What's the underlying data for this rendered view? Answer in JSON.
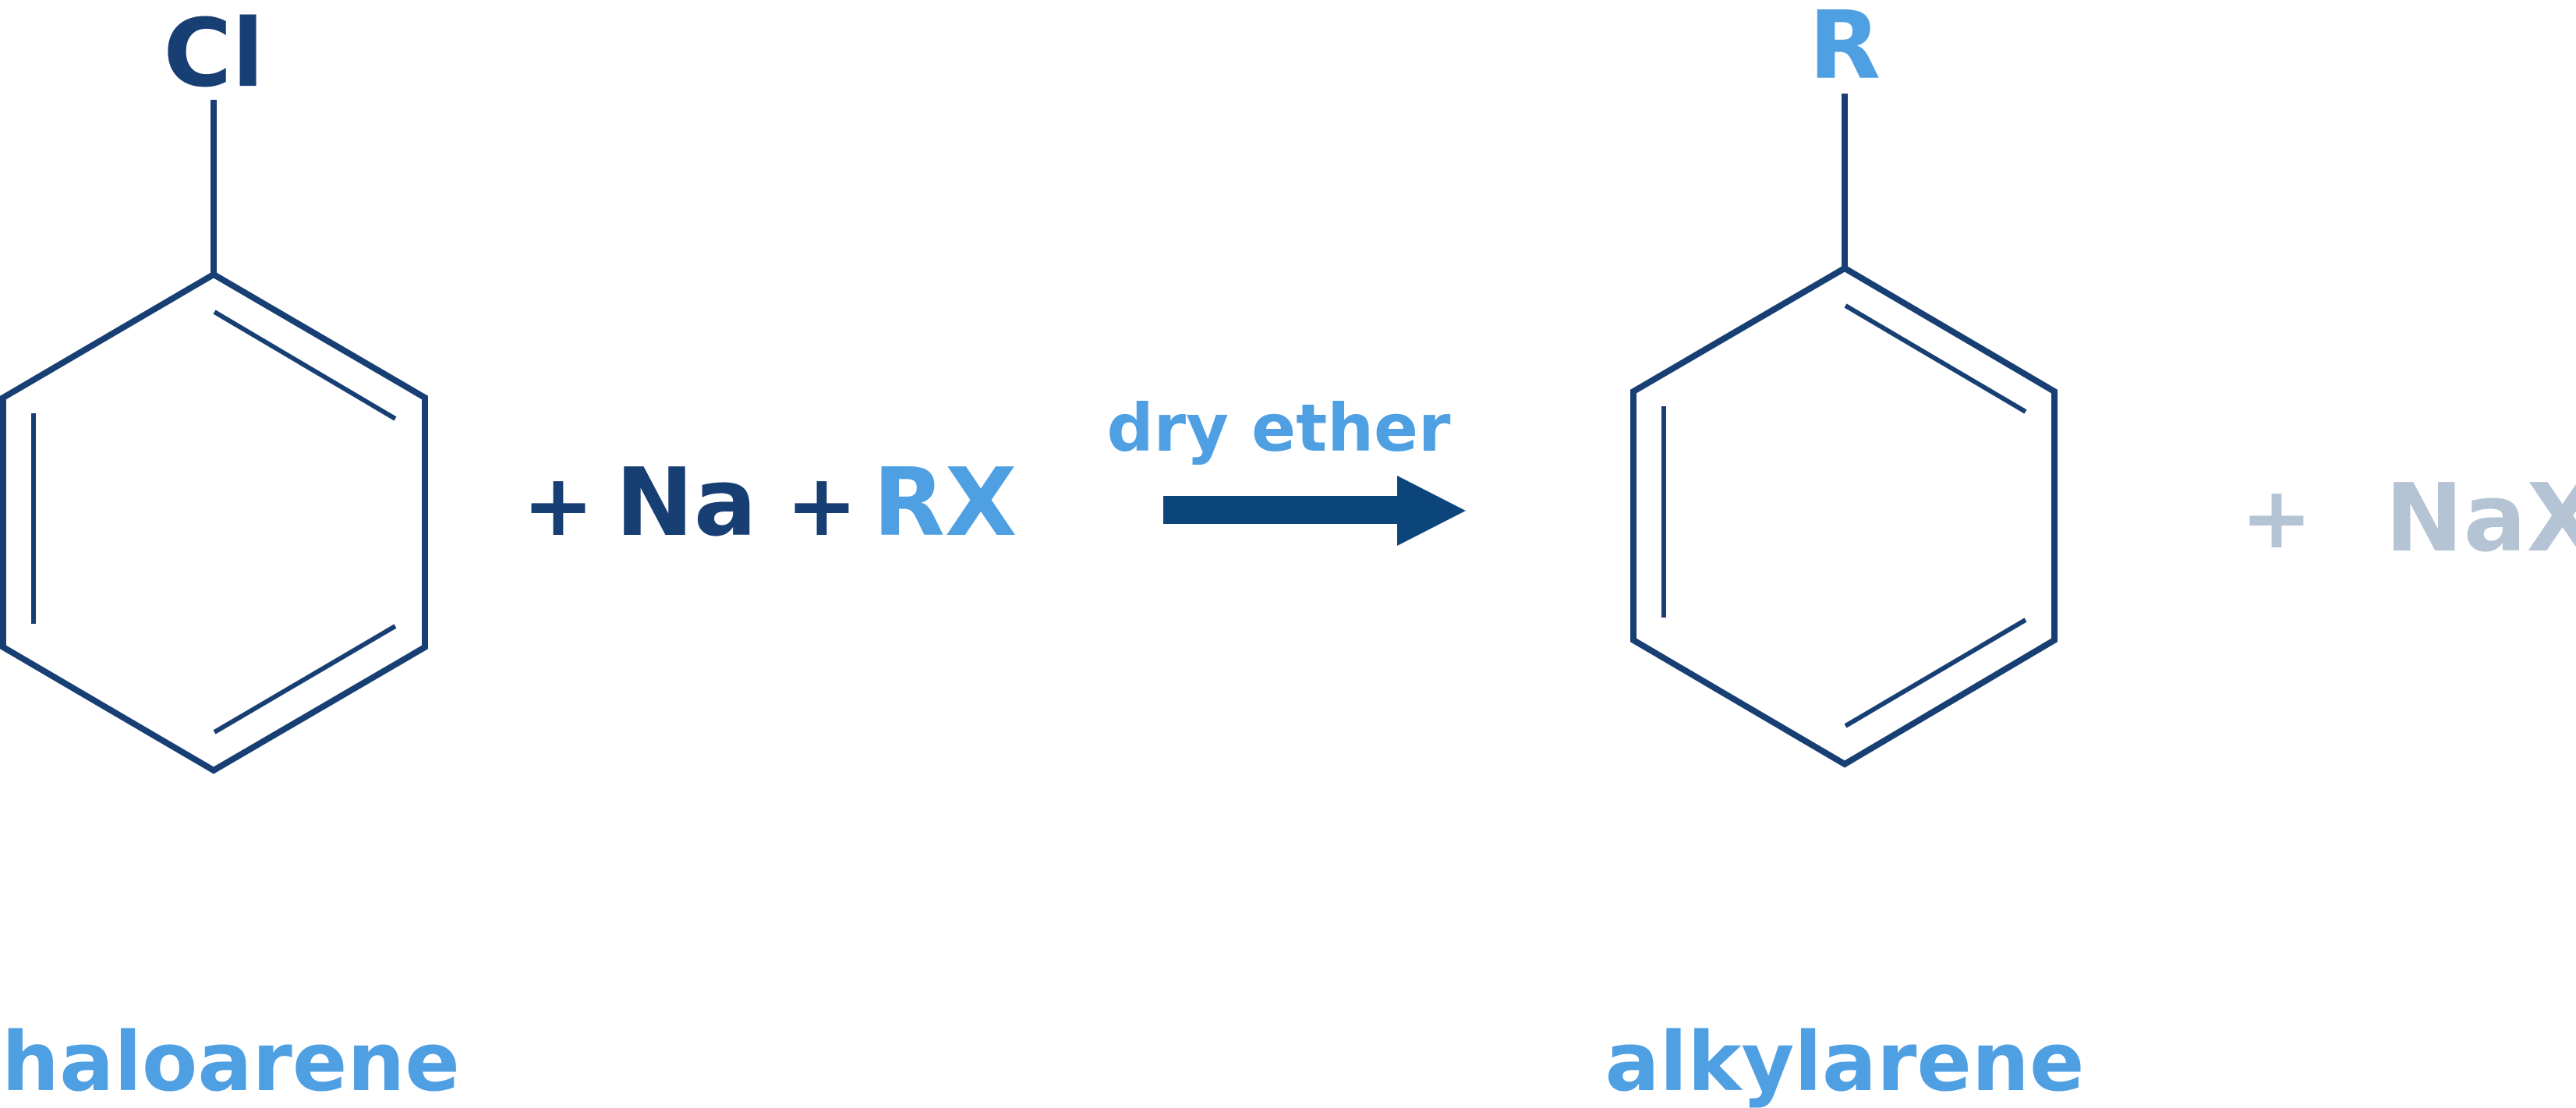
{
  "colors": {
    "dark": "#173f73",
    "accent": "#4f9fe3",
    "muted": "#b4c4d4",
    "arrow": "#0c4579"
  },
  "reactant": {
    "substituent": "Cl",
    "name": "haloarene"
  },
  "reagents": {
    "plus1": "+",
    "sodium": "Na",
    "plus2": "+",
    "alkyl_halide": "RX"
  },
  "arrow": {
    "condition": "dry ether"
  },
  "product": {
    "substituent": "R",
    "name": "alkylarene"
  },
  "byproduct": {
    "plus": "+",
    "salt": "NaX"
  }
}
